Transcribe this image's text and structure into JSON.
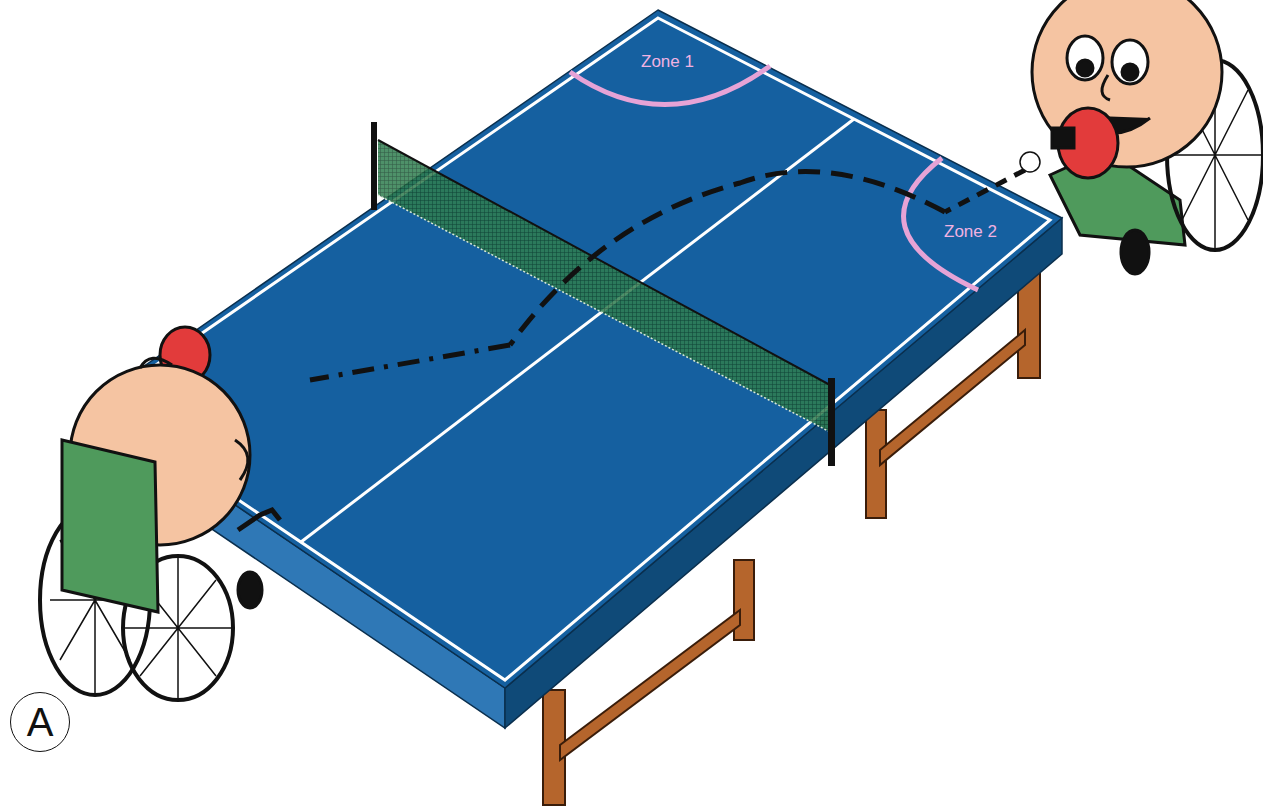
{
  "diagram": {
    "nodes": [
      {
        "text": [
          "A"
        ]
      }
    ],
    "labels": [
      "Zone 1",
      "Zone 2"
    ]
  }
}
